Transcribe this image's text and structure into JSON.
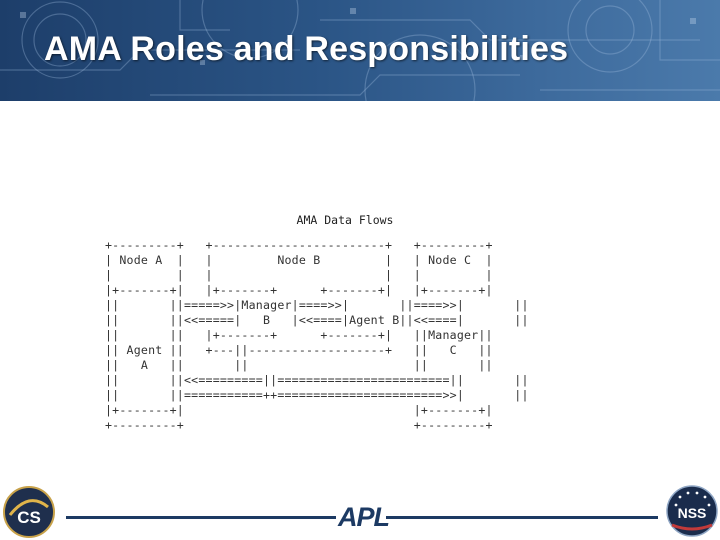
{
  "slide": {
    "title": "AMA Roles and Responsibilities"
  },
  "diagram": {
    "title": "AMA Data Flows",
    "ascii": "+---------+   +------------------------+   +---------+\n| Node A  |   |         Node B         |   | Node C  |\n|         |   |                        |   |         |\n|+-------+|   |+-------+      +-------+|   |+-------+|\n||       ||=====>>|Manager|====>>|       ||====>>|       ||\n||       ||<<=====|   B   |<<====|Agent B||<<====|       ||\n||       ||   |+-------+      +-------+|   ||Manager||\n|| Agent ||   +---||-------------------+   ||   C   ||\n||   A   ||       ||                       ||       ||\n||       ||<<=========||========================||       ||\n||       ||===========++=======================>>|       ||\n|+-------+|                                |+-------+|\n+---------+                                +---------+"
  },
  "footer": {
    "left_logo_text": "CS",
    "center_logo_text": "APL",
    "right_logo_text": "NSS"
  },
  "colors": {
    "header_dark": "#1d3e6a",
    "header_light": "#4b7aab",
    "footer_navy": "#1c3a63"
  }
}
